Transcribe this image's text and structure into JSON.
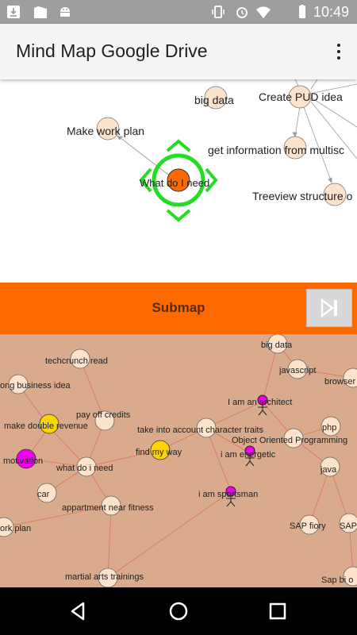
{
  "status_bar": {
    "time": "10:49"
  },
  "app_bar": {
    "title": "Mind Map Google Drive"
  },
  "top_map": {
    "nodes": [
      {
        "label": "big data"
      },
      {
        "label": "Create PUD idea"
      },
      {
        "label": "Make work plan"
      },
      {
        "label": "get information from multisc"
      },
      {
        "label": "What do I need"
      },
      {
        "label": "Treeview structure o"
      }
    ]
  },
  "submap": {
    "label": "Submap"
  },
  "bottom_map": {
    "nodes": [
      {
        "label": "big data"
      },
      {
        "label": "techcrunch read"
      },
      {
        "label": "javascript"
      },
      {
        "label": "ong business idea"
      },
      {
        "label": "browser"
      },
      {
        "label": "I am an architect"
      },
      {
        "label": "pay off credits"
      },
      {
        "label": "make double revenue"
      },
      {
        "label": "take into account character traits"
      },
      {
        "label": "php"
      },
      {
        "label": "Object Oriented Programming"
      },
      {
        "label": "find my way"
      },
      {
        "label": "i am energetic"
      },
      {
        "label": "motivation"
      },
      {
        "label": "what do i need"
      },
      {
        "label": "java"
      },
      {
        "label": "car"
      },
      {
        "label": "i am sportsman"
      },
      {
        "label": "appartment near fitness"
      },
      {
        "label": "ork plan"
      },
      {
        "label": "SAP fiory"
      },
      {
        "label": "SAP"
      },
      {
        "label": "martial arts trainings"
      },
      {
        "label": "Sap bi o"
      }
    ]
  },
  "colors": {
    "status_bar": "#9e9e9e",
    "app_bar": "#f5f5f5",
    "submap_bar": "#ff6a00",
    "submap_canvas": "#d9aa8c",
    "node_fill": "#fde3cc",
    "selected_node": "#ff6a00",
    "control_ring": "#22dd22",
    "highlight_yellow": "#ffd400",
    "highlight_magenta": "#ee00ee",
    "link_top": "#9a9a9a",
    "link_bottom": "#e07060"
  },
  "icons": {
    "status_left": [
      "download-icon",
      "photo-icon",
      "android-icon"
    ],
    "status_right": [
      "vibrate-icon",
      "alarm-icon",
      "wifi-icon",
      "battery-icon"
    ],
    "menu": "more-vert-icon",
    "skip": "skip-next-icon",
    "nav": [
      "back-icon",
      "home-icon",
      "recents-icon"
    ]
  }
}
